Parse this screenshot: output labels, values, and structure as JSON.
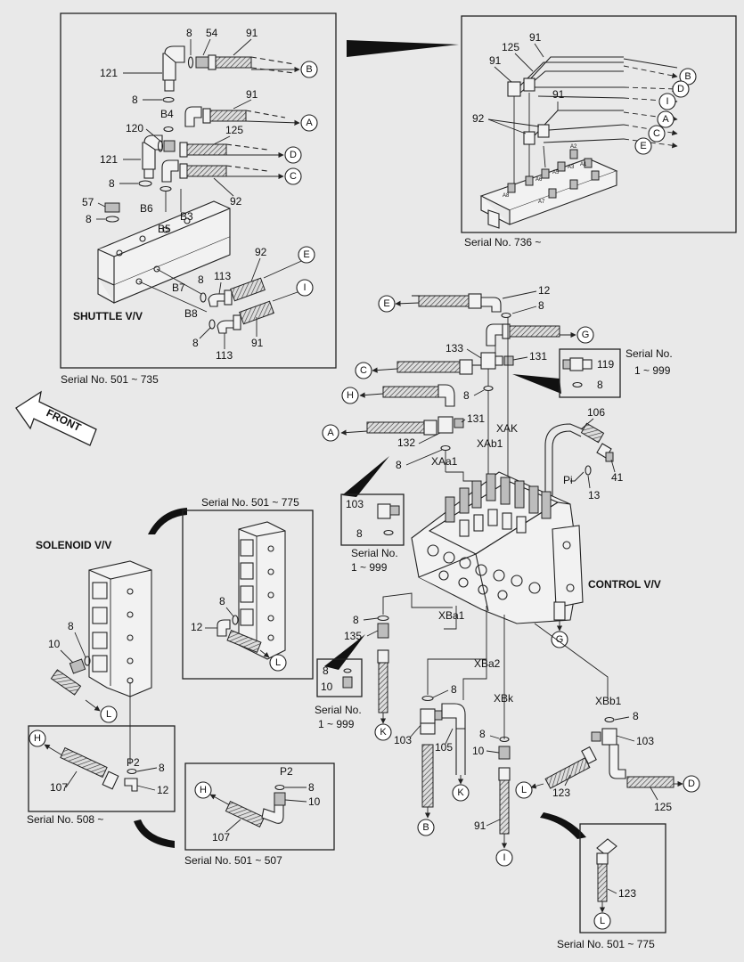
{
  "titles": {
    "shuttle": "SHUTTLE V/V",
    "solenoid": "SOLENOID V/V",
    "control": "CONTROL V/V",
    "front": "FRONT"
  },
  "serials": {
    "s501_735": "Serial No. 501 ~ 735",
    "s736": "Serial No. 736 ~",
    "s1_999_a": "Serial No.",
    "s1_999_a2": "1 ~ 999",
    "s1_999_b": "Serial No.",
    "s1_999_b2": "1 ~ 999",
    "s1_999_c": "Serial No.",
    "s1_999_c2": "1 ~ 999",
    "s501_775_a": "Serial No. 501 ~ 775",
    "s508": "Serial No. 508 ~",
    "s501_507": "Serial No. 501 ~ 507",
    "s501_775_b": "Serial No. 501 ~ 775"
  },
  "ports": {
    "B4": "B4",
    "B6": "B6",
    "B5": "B5",
    "B3": "B3",
    "B7": "B7",
    "B8": "B8",
    "XAK": "XAK",
    "XAb1": "XAb1",
    "XAa1": "XAa1",
    "Pi": "Pi",
    "XBa1": "XBa1",
    "XBa2": "XBa2",
    "XBk": "XBk",
    "XBb1": "XBb1",
    "P2a": "P2",
    "P2b": "P2",
    "A1": "A1",
    "A2": "A2",
    "A3": "A3",
    "A5": "A5",
    "A6": "A6",
    "A7": "A7",
    "A8": "A8"
  },
  "circles": {
    "B": "B",
    "A": "A",
    "D": "D",
    "C": "C",
    "E": "E",
    "I": "I",
    "G": "G",
    "H": "H",
    "K": "K",
    "L": "L"
  },
  "parts": {
    "p8": "8",
    "p54": "54",
    "p91": "91",
    "p121": "121",
    "p120": "120",
    "p125": "125",
    "p92": "92",
    "p57": "57",
    "p113": "113",
    "p12": "12",
    "p133": "133",
    "p131": "131",
    "p119": "119",
    "p132": "132",
    "p106": "106",
    "p41": "41",
    "p13": "13",
    "p103": "103",
    "p135": "135",
    "p10": "10",
    "p105": "105",
    "p123": "123",
    "p107": "107"
  }
}
